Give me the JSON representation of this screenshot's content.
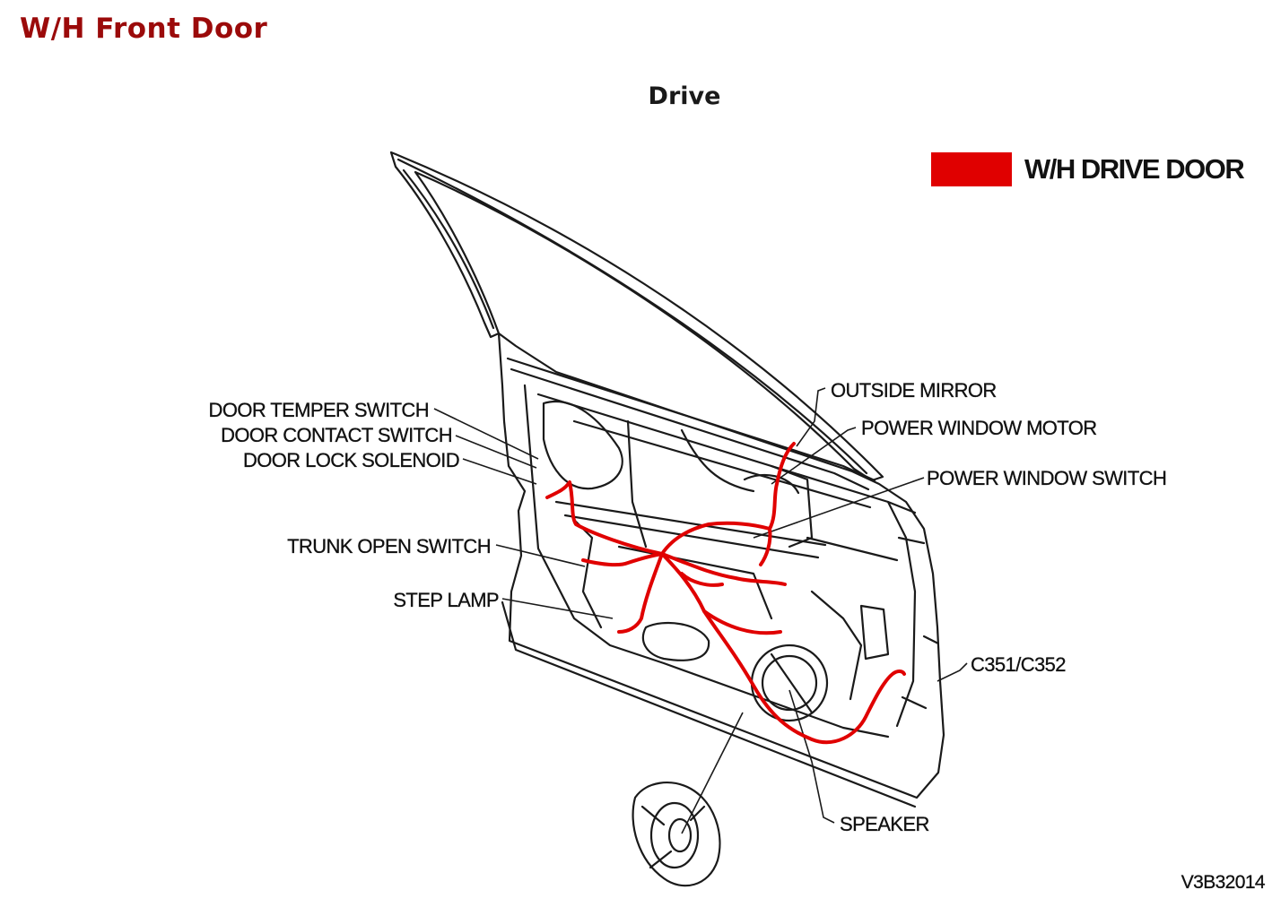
{
  "title": "W/H Front Door",
  "subtitle": "Drive",
  "legend": {
    "label": "W/H DRIVE DOOR"
  },
  "colors": {
    "title": "#9b0a0a",
    "harness": "#e00000",
    "line": "#1a1a1a"
  },
  "callouts": {
    "door_temper_switch": "DOOR TEMPER SWITCH",
    "door_contact_switch": "DOOR CONTACT SWITCH",
    "door_lock_solenoid": "DOOR LOCK SOLENOID",
    "trunk_open_switch": "TRUNK OPEN SWITCH",
    "step_lamp": "STEP LAMP",
    "outside_mirror": "OUTSIDE MIRROR",
    "power_window_motor": "POWER WINDOW MOTOR",
    "power_window_switch": "POWER WINDOW SWITCH",
    "connector": "C351/C352",
    "speaker": "SPEAKER"
  },
  "figure_code": "V3B32014"
}
